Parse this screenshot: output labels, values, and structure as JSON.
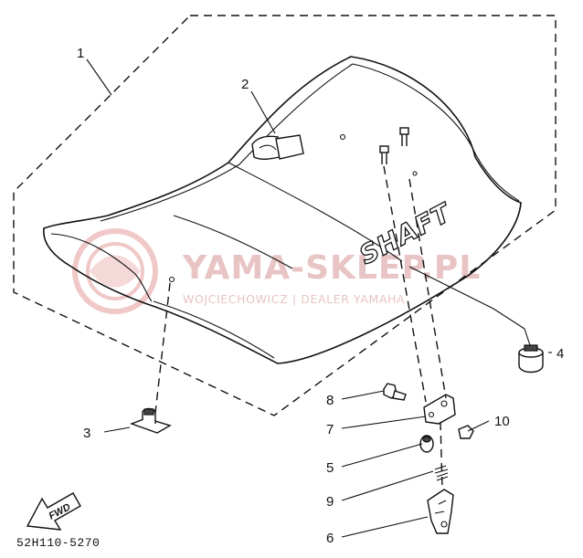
{
  "diagram": {
    "part_code": "52H110-5270",
    "seat_decal": "SHAFT",
    "forward_arrow": "FWD",
    "watermark": {
      "main": "YAMA-SKLEP.PL",
      "sub": "WOJCIECHOWICZ | DEALER YAMAHA"
    },
    "callouts": [
      "1",
      "2",
      "3",
      "4",
      "5",
      "6",
      "7",
      "8",
      "9",
      "10"
    ]
  }
}
